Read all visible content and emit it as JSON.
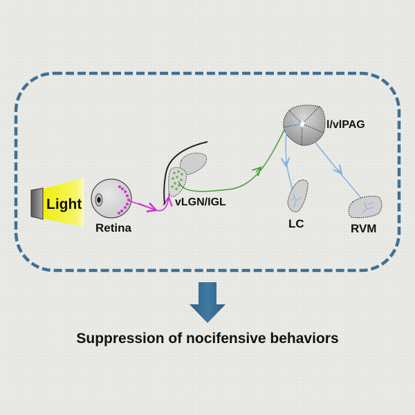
{
  "diagram": {
    "nodes": {
      "light": {
        "label": "Light"
      },
      "retina": {
        "label": "Retina"
      },
      "vlgn": {
        "label": "vLGN/IGL"
      },
      "pag": {
        "label": "l/vlPAG"
      },
      "lc": {
        "label": "LC"
      },
      "rvm": {
        "label": "RVM"
      }
    },
    "edges": [
      {
        "from": "retina",
        "to": "vLGN/IGL",
        "color": "#cc33cc"
      },
      {
        "from": "vLGN/IGL",
        "to": "l/vlPAG",
        "color": "#4a9a3a"
      },
      {
        "from": "l/vlPAG",
        "to": "LC",
        "color": "#7fb2e0"
      },
      {
        "from": "l/vlPAG",
        "to": "RVM",
        "color": "#7fb2e0"
      }
    ],
    "colors": {
      "frame": "#3f7094",
      "arrow": "#3a6a8e",
      "light_glow": "#f5f000",
      "retina_cells": "#cc33cc",
      "vlgn_cells": "#66b34a"
    },
    "conclusion": "Suppression of nocifensive behaviors"
  }
}
